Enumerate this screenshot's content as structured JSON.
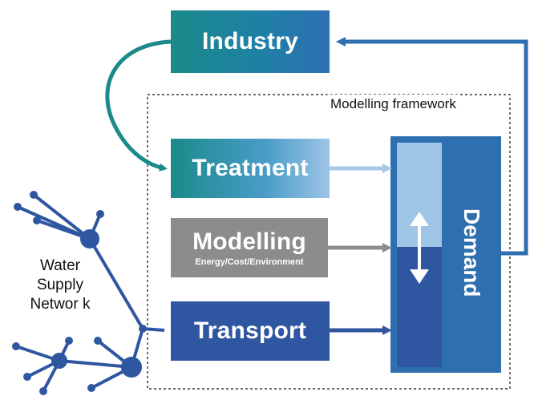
{
  "nodes": {
    "industry": "Industry",
    "treatment": "Treatment",
    "modelling": "Modelling",
    "modelling_sub": "Energy/Cost/Environment",
    "transport": "Transport",
    "demand": "Demand"
  },
  "frame_label": "Modelling framework",
  "network_label": "Water Supply Networ k",
  "colors": {
    "teal": "#1a8a8a",
    "blue": "#2e6fb0",
    "light_blue": "#9ec4e6",
    "dark_blue": "#2f56a0",
    "gray": "#8c8c8c"
  }
}
